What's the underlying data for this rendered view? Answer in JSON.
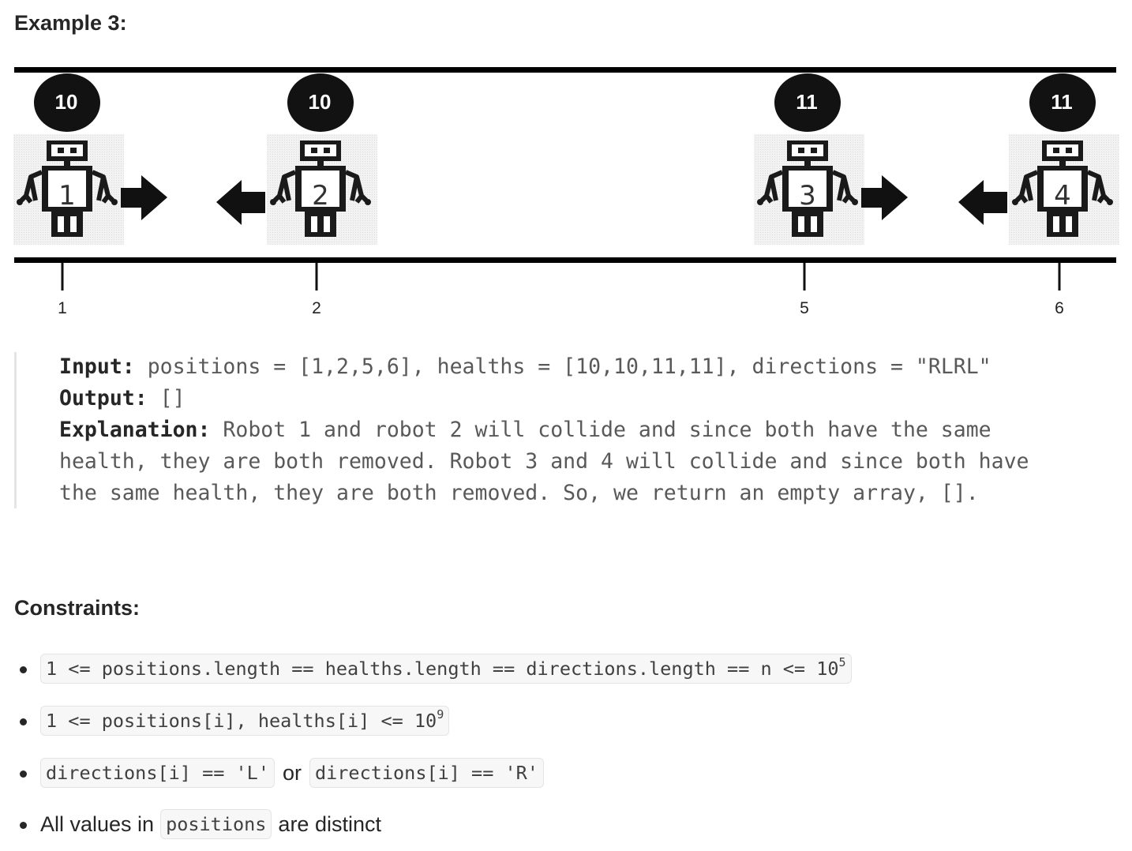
{
  "example_heading": "Example 3:",
  "diagram": {
    "robots": [
      {
        "number": "1",
        "health": "10",
        "direction": "R",
        "position_label": "1"
      },
      {
        "number": "2",
        "health": "10",
        "direction": "L",
        "position_label": "2"
      },
      {
        "number": "3",
        "health": "11",
        "direction": "R",
        "position_label": "5"
      },
      {
        "number": "4",
        "health": "11",
        "direction": "L",
        "position_label": "6"
      }
    ]
  },
  "example": {
    "input_label": "Input:",
    "input_value": " positions = [1,2,5,6], healths = [10,10,11,11], directions = \"RLRL\"",
    "output_label": "Output:",
    "output_value": " []",
    "explanation_label": "Explanation:",
    "explanation_line1": " Robot 1 and robot 2 will collide and since both have the same",
    "explanation_line2": "health, they are both removed. Robot 3 and 4 will collide and since both have",
    "explanation_line3": "the same health, they are both removed. So, we return an empty array, []."
  },
  "constraints_heading": "Constraints:",
  "constraints": {
    "c1_code": "1 <= positions.length == healths.length == directions.length == n <= 10",
    "c1_sup": "5",
    "c2_code": "1 <= positions[i], healths[i] <= 10",
    "c2_sup": "9",
    "c3_code_a": "directions[i] == 'L'",
    "c3_or": "or",
    "c3_code_b": "directions[i] == 'R'",
    "c4_text_a": "All values in",
    "c4_code": "positions",
    "c4_text_b": "are distinct"
  }
}
